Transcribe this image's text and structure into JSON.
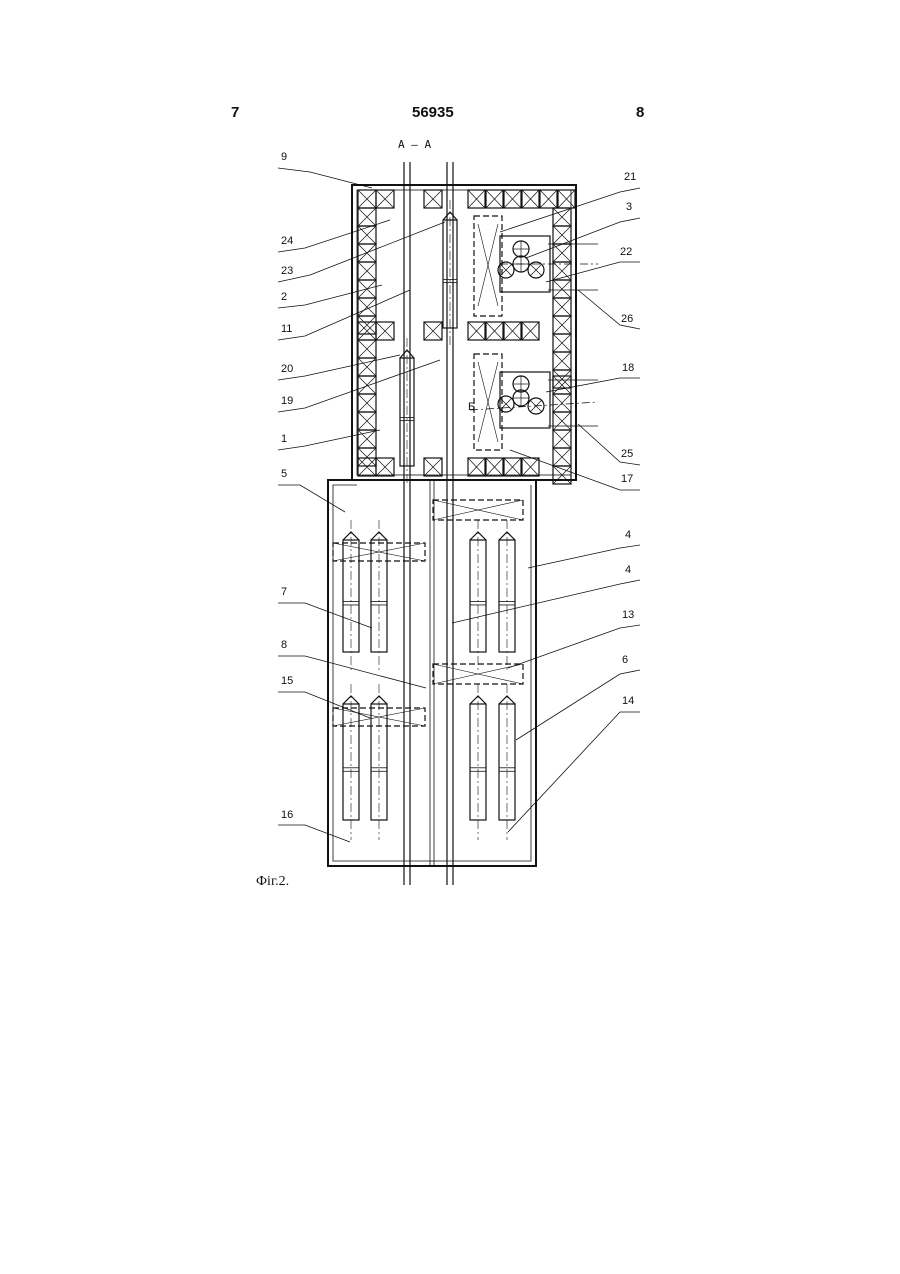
{
  "header": {
    "page_left": "7",
    "doc_number": "56935",
    "page_right": "8"
  },
  "section_label": "А – А",
  "view_label": "Б",
  "caption": "Фіг.2.",
  "labels": [
    "9",
    "24",
    "23",
    "2",
    "11",
    "20",
    "19",
    "1",
    "5",
    "7",
    "8",
    "15",
    "16",
    "21",
    "3",
    "22",
    "26",
    "18",
    "25",
    "17",
    "4",
    "4",
    "13",
    "6",
    "14"
  ]
}
